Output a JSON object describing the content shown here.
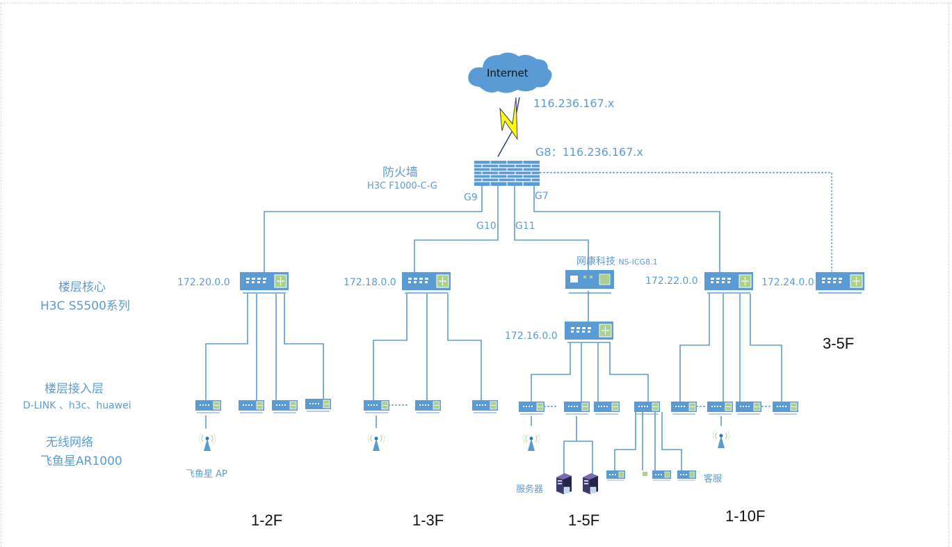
{
  "diagram": {
    "internet": {
      "label": "Internet",
      "ip": "116.236.167.x"
    },
    "firewall": {
      "name": "防火墙",
      "model": "H3C F1000-C-G",
      "wan_port_label": "G8：116.236.167.x",
      "ports": [
        "G9",
        "G10",
        "G11",
        "G7"
      ]
    },
    "side_labels": {
      "core": {
        "title": "楼层核心",
        "subtitle": "H3C S5500系列"
      },
      "access": {
        "title": "楼层接入层",
        "subtitle": "D-LINK 、h3c、huawei"
      },
      "wireless": {
        "title": "无线网络",
        "subtitle": "飞鱼星AR1000"
      }
    },
    "core_switches": [
      {
        "id": "core-1",
        "ip": "172.20.0.0",
        "floors": "1-2F"
      },
      {
        "id": "core-2",
        "ip": "172.18.0.0",
        "floors": "1-3F"
      },
      {
        "id": "core-3",
        "ip": "172.16.0.0",
        "floors": "1-5F"
      },
      {
        "id": "core-4",
        "ip": "172.22.0.0",
        "floors": "1-10F"
      },
      {
        "id": "core-5",
        "ip": "172.24.0.0",
        "floors": "3-5F"
      }
    ],
    "gateway": {
      "label": "网康科技",
      "model": "NS-ICG8.1"
    },
    "ap_label": "飞鱼星 AP",
    "server_label": "服务器",
    "service_label": "客服",
    "floor_labels": [
      "1-2F",
      "1-3F",
      "1-5F",
      "1-10F",
      "3-5F"
    ],
    "colors": {
      "line": "#5b9bd5",
      "device": "#5b9bd5",
      "port_green": "#a9d18e",
      "bolt": "#ffff00",
      "label": "#5b9bd5"
    }
  }
}
